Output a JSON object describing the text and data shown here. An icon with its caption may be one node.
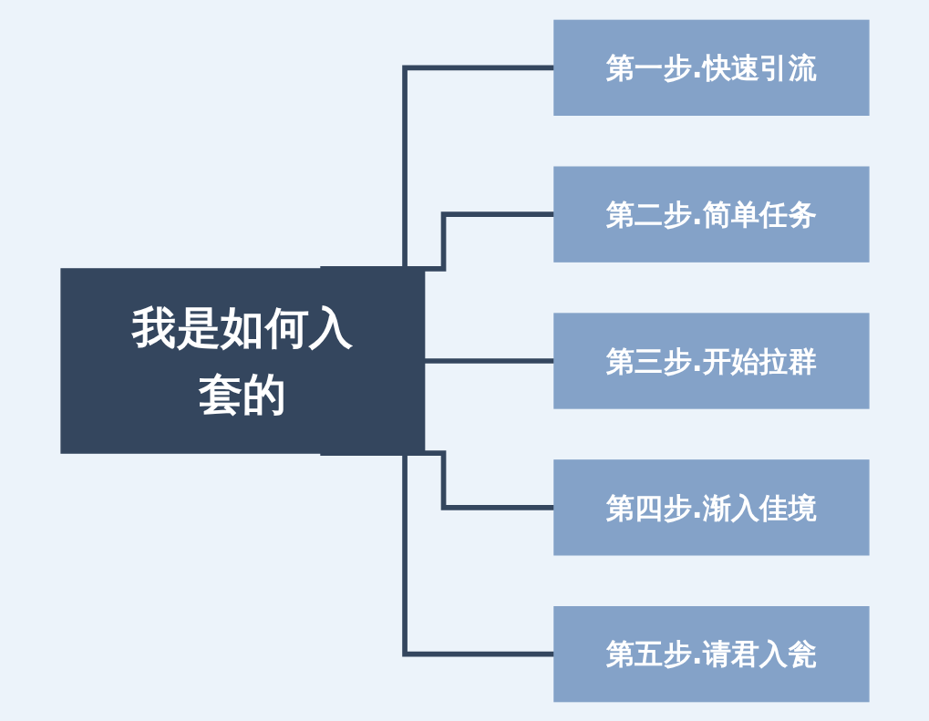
{
  "diagram": {
    "nodes": [
      {
        "text": [
          "我是如何入套的"
        ]
      },
      {
        "text": [
          "第一步.快速引流"
        ]
      },
      {
        "text": [
          "第二步.简单任务"
        ]
      },
      {
        "text": [
          "第三步.开始拉群"
        ]
      },
      {
        "text": [
          "第四步.渐入佳境"
        ]
      },
      {
        "text": [
          "第五步.请君入瓮"
        ]
      }
    ],
    "edges": [
      {
        "from": 0,
        "to": 1,
        "arrow": "none"
      },
      {
        "from": 0,
        "to": 2,
        "arrow": "none"
      },
      {
        "from": 0,
        "to": 3,
        "arrow": "none"
      },
      {
        "from": 0,
        "to": 4,
        "arrow": "none"
      },
      {
        "from": 0,
        "to": 5,
        "arrow": "none"
      }
    ]
  }
}
